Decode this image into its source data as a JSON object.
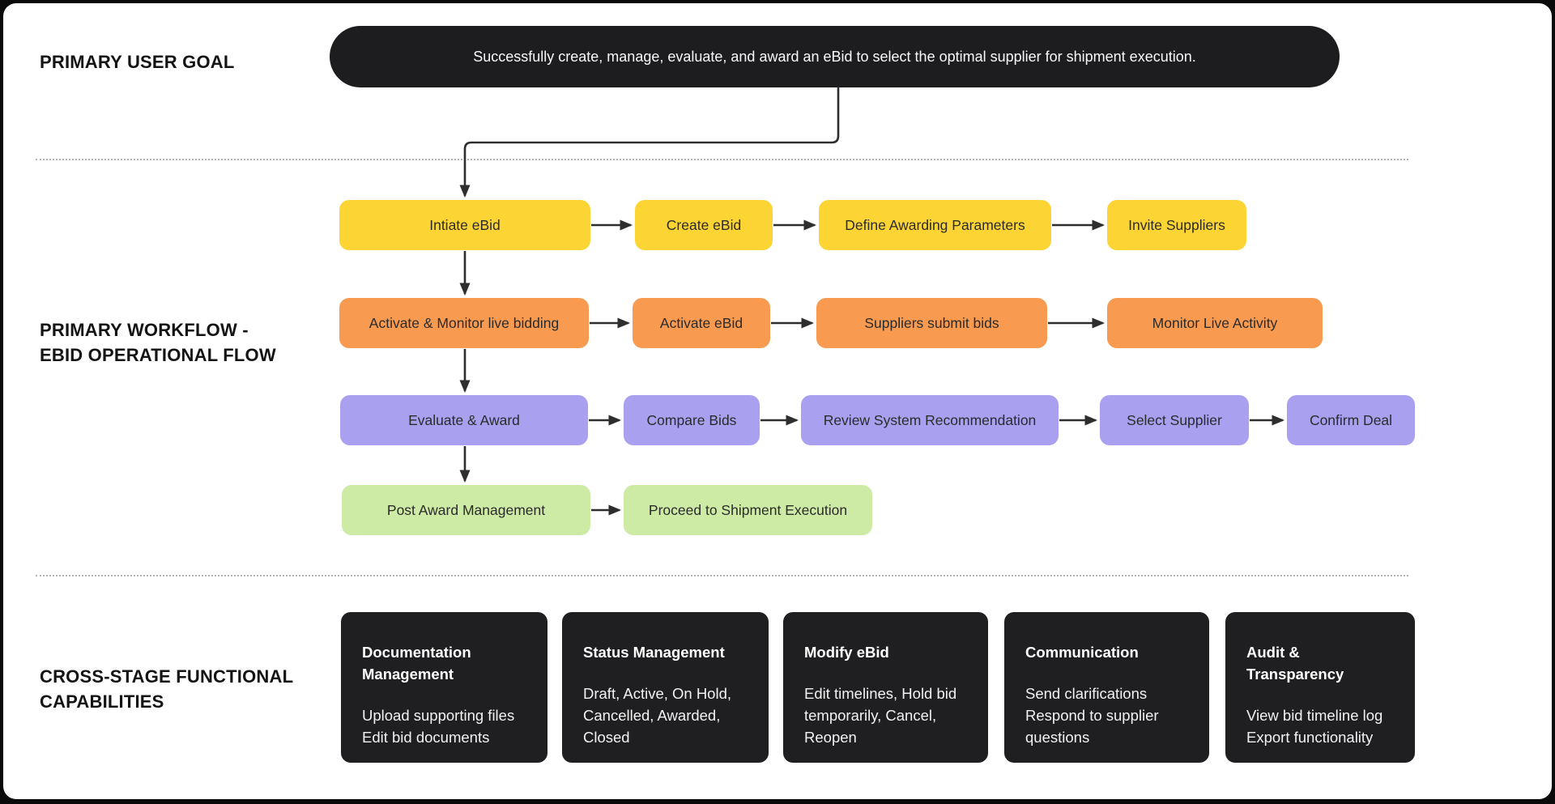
{
  "colors": {
    "goal_pill": "#1d1d1f",
    "stage_initiate": "#fcd535",
    "stage_activate": "#f89b50",
    "stage_evaluate": "#a9a0ef",
    "stage_post_award": "#cdeba5",
    "capability_card": "#1f1f21",
    "arrow": "#2e2e2e",
    "divider_dots": "#b3b3b3",
    "canvas_background": "#ffffff",
    "outer_frame": "#0a0a0a"
  },
  "goal": {
    "label": "PRIMARY USER GOAL",
    "text": "Successfully create, manage, evaluate, and award an eBid to select the optimal supplier for shipment execution."
  },
  "workflow": {
    "label": "PRIMARY WORKFLOW -\nEBID OPERATIONAL FLOW",
    "rows": [
      {
        "name": "initiate",
        "steps": [
          "Intiate eBid",
          "Create eBid",
          "Define Awarding Parameters",
          "Invite Suppliers"
        ]
      },
      {
        "name": "activate-monitor",
        "steps": [
          "Activate & Monitor live bidding",
          "Activate eBid",
          "Suppliers submit bids",
          "Monitor Live Activity"
        ]
      },
      {
        "name": "evaluate-award",
        "steps": [
          "Evaluate & Award",
          "Compare Bids",
          "Review System Recommendation",
          "Select Supplier",
          "Confirm Deal"
        ]
      },
      {
        "name": "post-award",
        "steps": [
          "Post Award Management",
          "Proceed to Shipment Execution"
        ]
      }
    ]
  },
  "capabilities": {
    "label": "CROSS-STAGE FUNCTIONAL\nCAPABILITIES",
    "cards": [
      {
        "title": "Documentation Management",
        "body": "Upload supporting files\nEdit bid documents"
      },
      {
        "title": "Status Management",
        "body": "Draft, Active, On Hold, Cancelled, Awarded, Closed"
      },
      {
        "title": "Modify eBid",
        "body": "Edit timelines, Hold bid temporarily, Cancel, Reopen"
      },
      {
        "title": "Communication",
        "body": "Send clarifications\nRespond to supplier questions"
      },
      {
        "title": "Audit & Transparency",
        "body": "View bid timeline log\nExport functionality"
      }
    ]
  }
}
